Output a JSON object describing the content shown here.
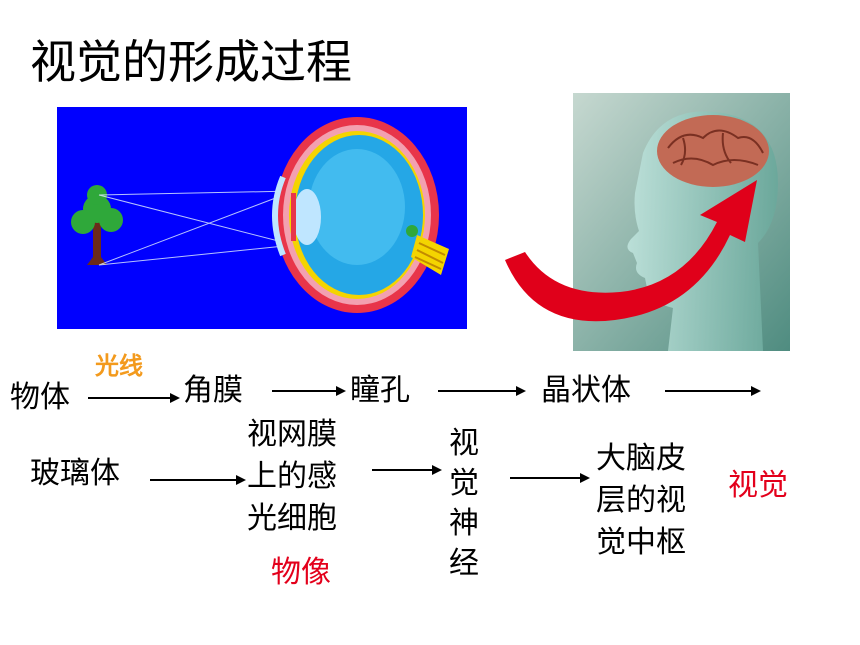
{
  "title": "视觉的形成过程",
  "annotations": {
    "light_label": "光线",
    "image_label": "物像",
    "result_label": "视觉"
  },
  "flow_row1": [
    "物体",
    "角膜",
    "瞳孔",
    "晶状体"
  ],
  "flow_row2": {
    "vitreous": "玻璃体",
    "retina_lines": [
      "视网膜",
      "上的感",
      "光细胞"
    ],
    "optic_nerve": "视觉神经",
    "cortex_lines": [
      "大脑皮",
      "层的视",
      "觉中枢"
    ]
  },
  "colors": {
    "eye_background": "#0000ff",
    "red_text": "#e3001b",
    "orange_text": "#f39a1d",
    "arrow_red": "#e0001a"
  }
}
